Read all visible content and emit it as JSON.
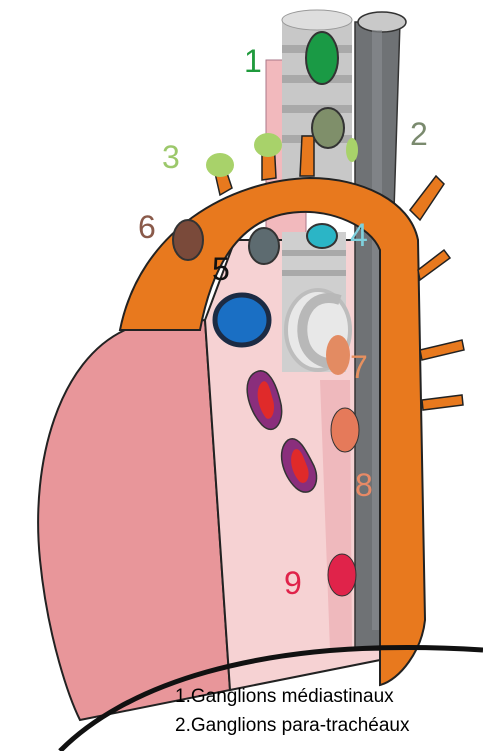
{
  "labels": {
    "n1": "1",
    "n2": "2",
    "n3": "3",
    "n4": "4",
    "n5": "5",
    "n6": "6",
    "n7": "7",
    "n8": "8",
    "n9": "9"
  },
  "legend": {
    "line1": "1.Ganglions médiastinaux",
    "line2": "2.Ganglions para-trachéaux"
  },
  "colors": {
    "aorta": "#e8791e",
    "heart": "#e8969a",
    "mediastinum": "#f6d2d3",
    "trachea": "#c8c8c8",
    "esophagus": "#6f7275",
    "node1": "#1a9a45",
    "node2": "#7f8f6a",
    "node3": "#a8d26a",
    "node4": "#2bb5c6",
    "node5": "#1a6fc4",
    "node6": "#7a4a3a",
    "node7": "#e38b62",
    "node8": "#e57a5a",
    "node9": "#e0234a"
  }
}
